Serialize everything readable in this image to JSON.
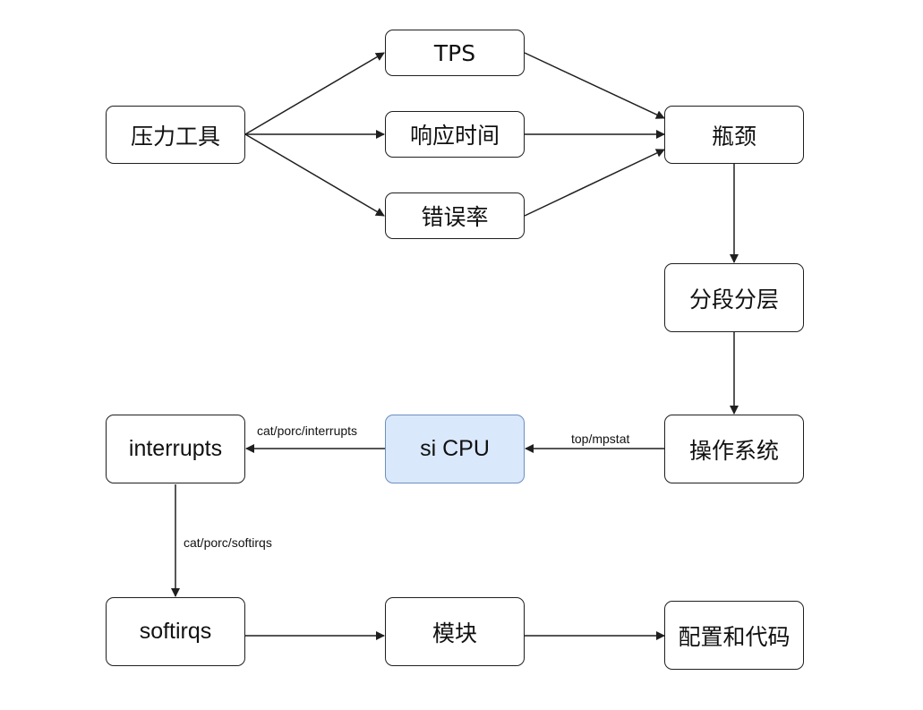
{
  "nodes": {
    "pressure_tool": "压力工具",
    "tps": "TPS",
    "response_time": "响应时间",
    "error_rate": "错误率",
    "bottleneck": "瓶颈",
    "segment_layer": "分段分层",
    "operating_system": "操作系统",
    "si_cpu": "si CPU",
    "interrupts": "interrupts",
    "softirqs": "softirqs",
    "module": "模块",
    "config_code": "配置和代码"
  },
  "edge_labels": {
    "top_mpstat": "top/mpstat",
    "cat_interrupts": "cat/porc/interrupts",
    "cat_softirqs": "cat/porc/softirqs"
  },
  "colors": {
    "highlight_fill": "#dae8fc",
    "highlight_border": "#6c8ebf",
    "stroke": "#1f1f1f"
  }
}
